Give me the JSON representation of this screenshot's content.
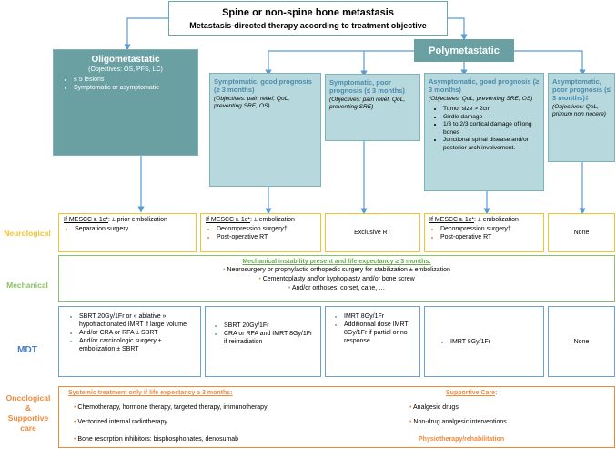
{
  "title": {
    "line1": "Spine or non-spine bone metastasis",
    "line2": "Metastasis-directed therapy according to treatment objective"
  },
  "oligo": {
    "header": "Oligometastatic",
    "objectives": "(Objectives: OS, PFS, LC)",
    "bullets": [
      "≤ 5 lesions",
      "Symptomatic or asymptomatic"
    ]
  },
  "poly": {
    "header": "Polymetastatic"
  },
  "sub": [
    {
      "h1": "Symptomatic,",
      "h2": " good prognosis (≥ 3 months)",
      "obj": "(Objectives: pain relief, QoL, preventing SRE, OS)"
    },
    {
      "h1": "Symptomatic,",
      "h2": " poor prognosis (≤ 3 months)",
      "obj": "(Objectives: pain relief, QoL, preventing SRE)"
    },
    {
      "h1": "Asymptomatic,",
      "h2": " good prognosis (≥ 3 months)",
      "obj": "(Objectives: QoL, preventing SRE, OS)",
      "bullets": [
        "Tumor size > 2cm",
        "Girdle damage",
        "1/3 to 2/3 cortical damage of long bones",
        "Junctional spinal disease and/or posterior arch involvement."
      ]
    },
    {
      "h1": "Asymptomatic",
      "h2": ", poor prognosis (≤ 3 months)‡",
      "obj": "(Objectives: QoL, primum non nocere)"
    }
  ],
  "rows": {
    "neurological": "Neurological",
    "mechanical": "Mechanical",
    "mdt": "MDT",
    "oncological": [
      "Oncological",
      "&",
      "Supportive",
      "care"
    ]
  },
  "neuro": {
    "c1_intro": "If MESCC ≥ 1c*",
    "c1_rest": ": ± prior embolization",
    "c1_bullets": [
      "Separation surgery"
    ],
    "c2_intro": "If MESCC ≥ 1c*",
    "c2_rest": ": ± embolization",
    "c2_bullets": [
      "Decompression surgery†",
      "Post-operative RT"
    ],
    "c3": "Exclusive RT",
    "c4_intro": "If MESCC ≥ 1c*",
    "c4_rest": ": ± embolization",
    "c4_bullets": [
      "Decompression surgery†",
      "Post-operative RT"
    ],
    "c5": "None"
  },
  "mech": {
    "title": "Mechanical instability present and life expectancy ≥ 3 months:",
    "bullets": [
      "Neurosurgery or prophylactic orthopedic surgery for stabilization ± embolization",
      "Cementoplasty and/or kyphoplasty and/or bone screw",
      "And/or orthoses: corset, cane, …"
    ]
  },
  "mdt": {
    "c1": [
      "SBRT 20Gy/1Fr or « ablative » hypofractionated IMRT if large volume",
      "And/or CRA or RFA  ± SBRT",
      "And/or carcinologic surgery ± embolization ± SBRT"
    ],
    "c2": [
      "SBRT 20Gy/1Fr",
      "CRA or RFA and IMRT 8Gy/1Fr if reirradiation"
    ],
    "c3": [
      "IMRT 8Gy/1Fr",
      "Additionnal dose IMRT 8Gy/1Fr if partial or no response"
    ],
    "c4": [
      "IMRT  8Gy/1Fr"
    ],
    "c5": "None"
  },
  "onco": {
    "left_title": "Systemic treatment only if life expectancy ≥ 3 months:",
    "left_bullets": [
      "Chemotherapy, hormone therapy, targeted therapy, immunotherapy",
      "Vectorized internal radiotherapy",
      "Bone resorption inhibitors: bisphosphonates, denosumab"
    ],
    "right_title": "Supportive Care",
    "right_colon": ":",
    "right_bullets": [
      "Analgesic drugs",
      "Non-drug analgesic interventions"
    ],
    "right_footer": "Physiotherapy/rehabilitation"
  },
  "colors": {
    "teal": "#6ba0a3",
    "light_teal": "#b7d8dc",
    "yellow": "#f1c232",
    "green": "#8dc06a",
    "blue": "#6ba0d0",
    "orange": "#f08a3a"
  }
}
